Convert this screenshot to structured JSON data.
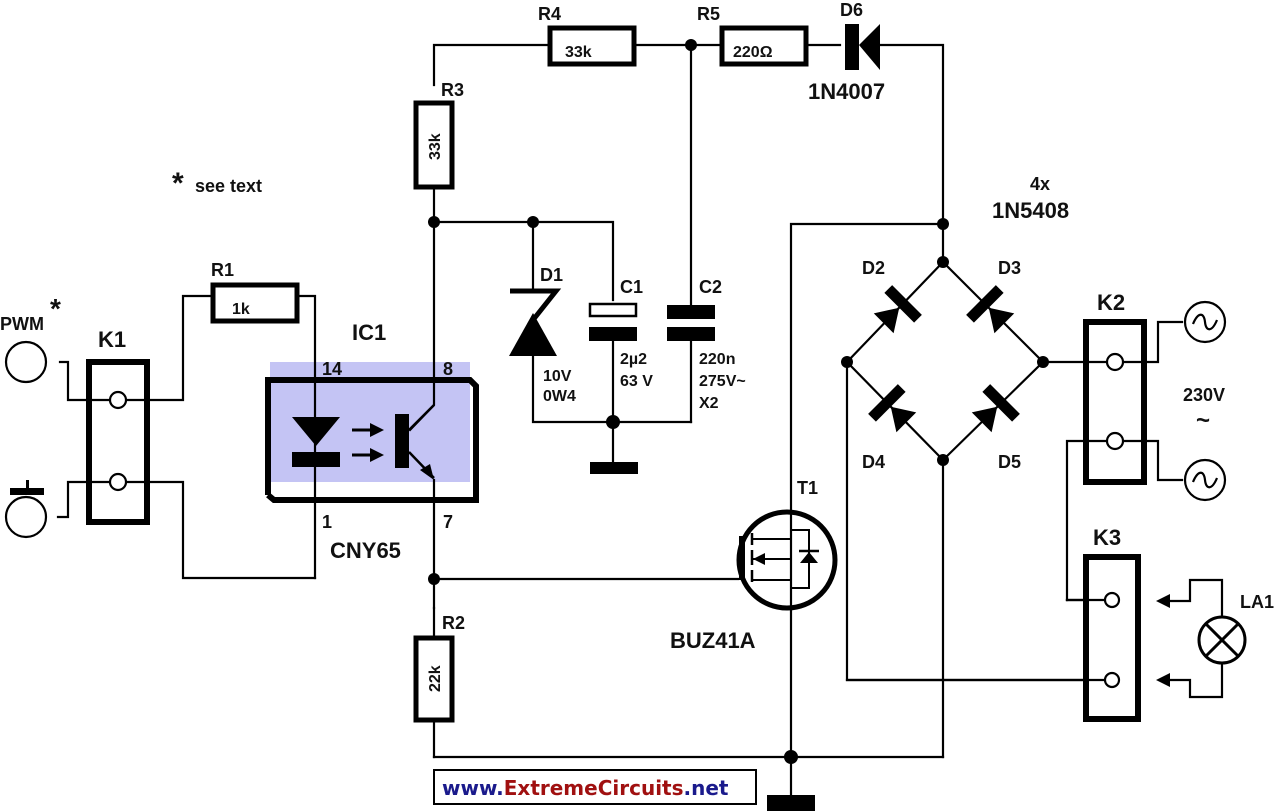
{
  "note": {
    "asterisk": "*",
    "text": "see text"
  },
  "input": {
    "pwm_label": "PWM",
    "pwm_asterisk": "*",
    "ground_symbol": "minus"
  },
  "connectors": {
    "k1": "K1",
    "k2": "K2",
    "k3": "K3"
  },
  "resistors": {
    "r1": {
      "ref": "R1",
      "value": "1k"
    },
    "r2": {
      "ref": "R2",
      "value": "22k"
    },
    "r3": {
      "ref": "R3",
      "value": "33k"
    },
    "r4": {
      "ref": "R4",
      "value": "33k"
    },
    "r5": {
      "ref": "R5",
      "value": "220Ω"
    }
  },
  "optocoupler": {
    "ref": "IC1",
    "part": "CNY65",
    "pins": {
      "anode": "14",
      "cathode": "1",
      "collector": "8",
      "emitter": "7"
    },
    "highlight_color": "#c4c4f4"
  },
  "zener": {
    "ref": "D1",
    "voltage": "10V",
    "power": "0W4"
  },
  "capacitors": {
    "c1": {
      "ref": "C1",
      "value": "2µ2",
      "voltage": "63 V"
    },
    "c2": {
      "ref": "C2",
      "value": "220n",
      "voltage": "275V~",
      "class": "X2"
    }
  },
  "diode_d6": {
    "ref": "D6",
    "part": "1N4007"
  },
  "bridge": {
    "count": "4x",
    "part": "1N5408",
    "diodes": [
      "D2",
      "D3",
      "D4",
      "D5"
    ]
  },
  "mosfet": {
    "ref": "T1",
    "part": "BUZ41A"
  },
  "mains": {
    "voltage": "230V",
    "symbol": "~"
  },
  "lamp": {
    "ref": "LA1"
  },
  "watermark": {
    "prefix": "www.",
    "brand": "ExtremeCircuits",
    "suffix": ".net"
  }
}
